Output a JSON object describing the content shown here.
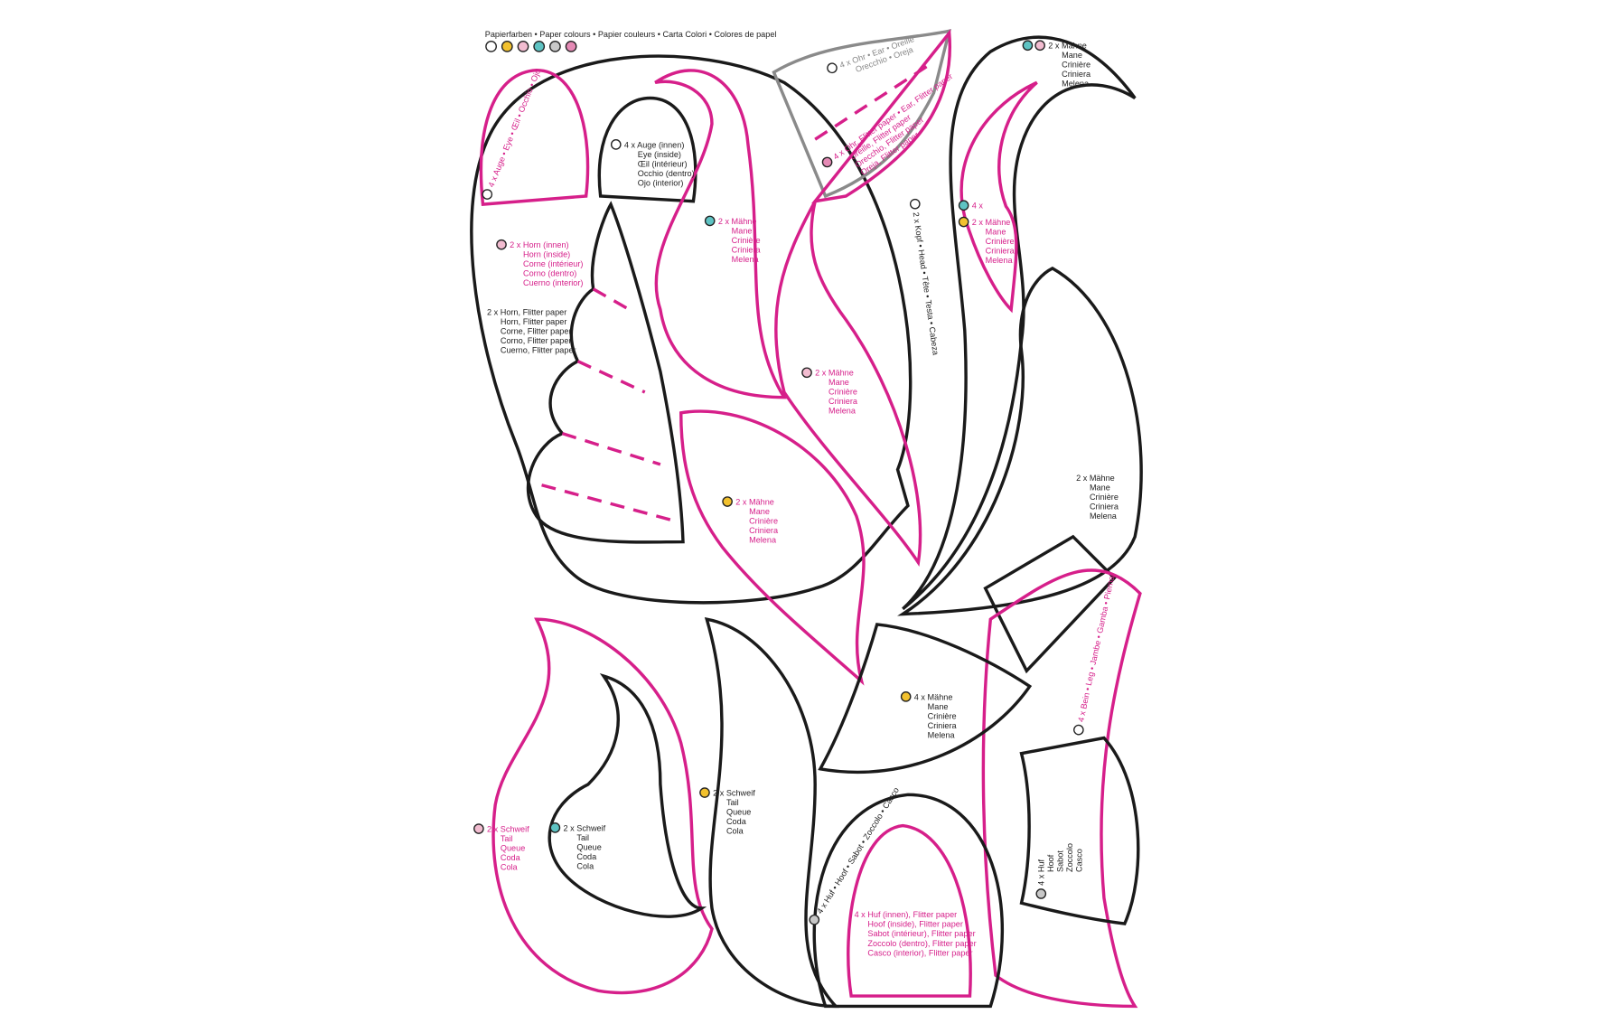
{
  "header": {
    "title": "Papierfarben • Paper colours • Papier couleurs • Carta Colori • Colores de papel",
    "swatches": [
      "#ffffff",
      "#f2c12e",
      "#f2bcd0",
      "#5ec3c3",
      "#c8c8c8",
      "#e58ab5"
    ]
  },
  "colors": {
    "cut_line": "#1a1a1a",
    "flitter_line": "#d61f8a",
    "ear_line": "#8a8a8a"
  },
  "labels": {
    "eye_outer": [
      "4 x Auge • Eye • Œil • Occhio • Ojo"
    ],
    "eye_inner": [
      "4 x Auge (innen)",
      "Eye (inside)",
      "Œil (intérieur)",
      "Occhio (dentro)",
      "Ojo (interior)"
    ],
    "ear": [
      "4 x Ohr • Ear • Oreille",
      "Orecchio • Oreja"
    ],
    "ear_flitter": [
      "4 x Ohr, Flitter paper • Ear, Flitter paper",
      "Oreille, Flitter paper",
      "Orecchio, Flitter paper",
      "Oreja, Flitter paper"
    ],
    "mane_top_right": [
      "2 x Mähne",
      "Mane",
      "Crinière",
      "Criniera",
      "Melena"
    ],
    "mane_pink_right_count": [
      "4 x"
    ],
    "mane_pink_right": [
      "2 x Mähne",
      "Mane",
      "Crinière",
      "Criniera",
      "Melena"
    ],
    "head": [
      "2 x Kopf • Head • Tête • Testa • Cabeza"
    ],
    "horn_inner": [
      "2 x Horn (innen)",
      "Horn (inside)",
      "Corne (intérieur)",
      "Corno (dentro)",
      "Cuerno (interior)"
    ],
    "horn_flitter": [
      "2 x Horn, Flitter paper",
      "Horn, Flitter paper",
      "Corne, Flitter paper",
      "Corno, Flitter paper",
      "Cuerno, Flitter paper"
    ],
    "mane_pink_top": [
      "2 x Mähne",
      "Mane",
      "Crinière",
      "Criniera",
      "Melena"
    ],
    "mane_pink_center": [
      "2 x Mähne",
      "Mane",
      "Crinière",
      "Criniera",
      "Melena"
    ],
    "mane_pink_lower": [
      "2 x Mähne",
      "Mane",
      "Crinière",
      "Criniera",
      "Melena"
    ],
    "mane_black_right": [
      "2 x Mähne",
      "Mane",
      "Crinière",
      "Criniera",
      "Melena"
    ],
    "mane_black_lower": [
      "4 x Mähne",
      "Mane",
      "Crinière",
      "Criniera",
      "Melena"
    ],
    "leg": [
      "4 x Bein • Leg • Jambe • Gamba • Pierna"
    ],
    "tail_black_mid": [
      "2 x Schweif",
      "Tail",
      "Queue",
      "Coda",
      "Cola"
    ],
    "tail_black_left": [
      "2 x Schweif",
      "Tail",
      "Queue",
      "Coda",
      "Cola"
    ],
    "tail_pink": [
      "2 x Schweif",
      "Tail",
      "Queue",
      "Coda",
      "Cola"
    ],
    "hoof_outer": [
      "4 x Huf • Hoof • Sabot • Zoccolo • Casco"
    ],
    "hoof_inner": [
      "4 x Huf (innen), Flitter paper",
      "Hoof (inside), Flitter paper",
      "Sabot (intérieur), Flitter paper",
      "Zoccolo (dentro), Flitter paper",
      "Casco (interior), Flitter paper"
    ],
    "hoof_right": [
      "4 x Huf",
      "Hoof",
      "Sabot",
      "Zoccolo",
      "Casco"
    ]
  }
}
